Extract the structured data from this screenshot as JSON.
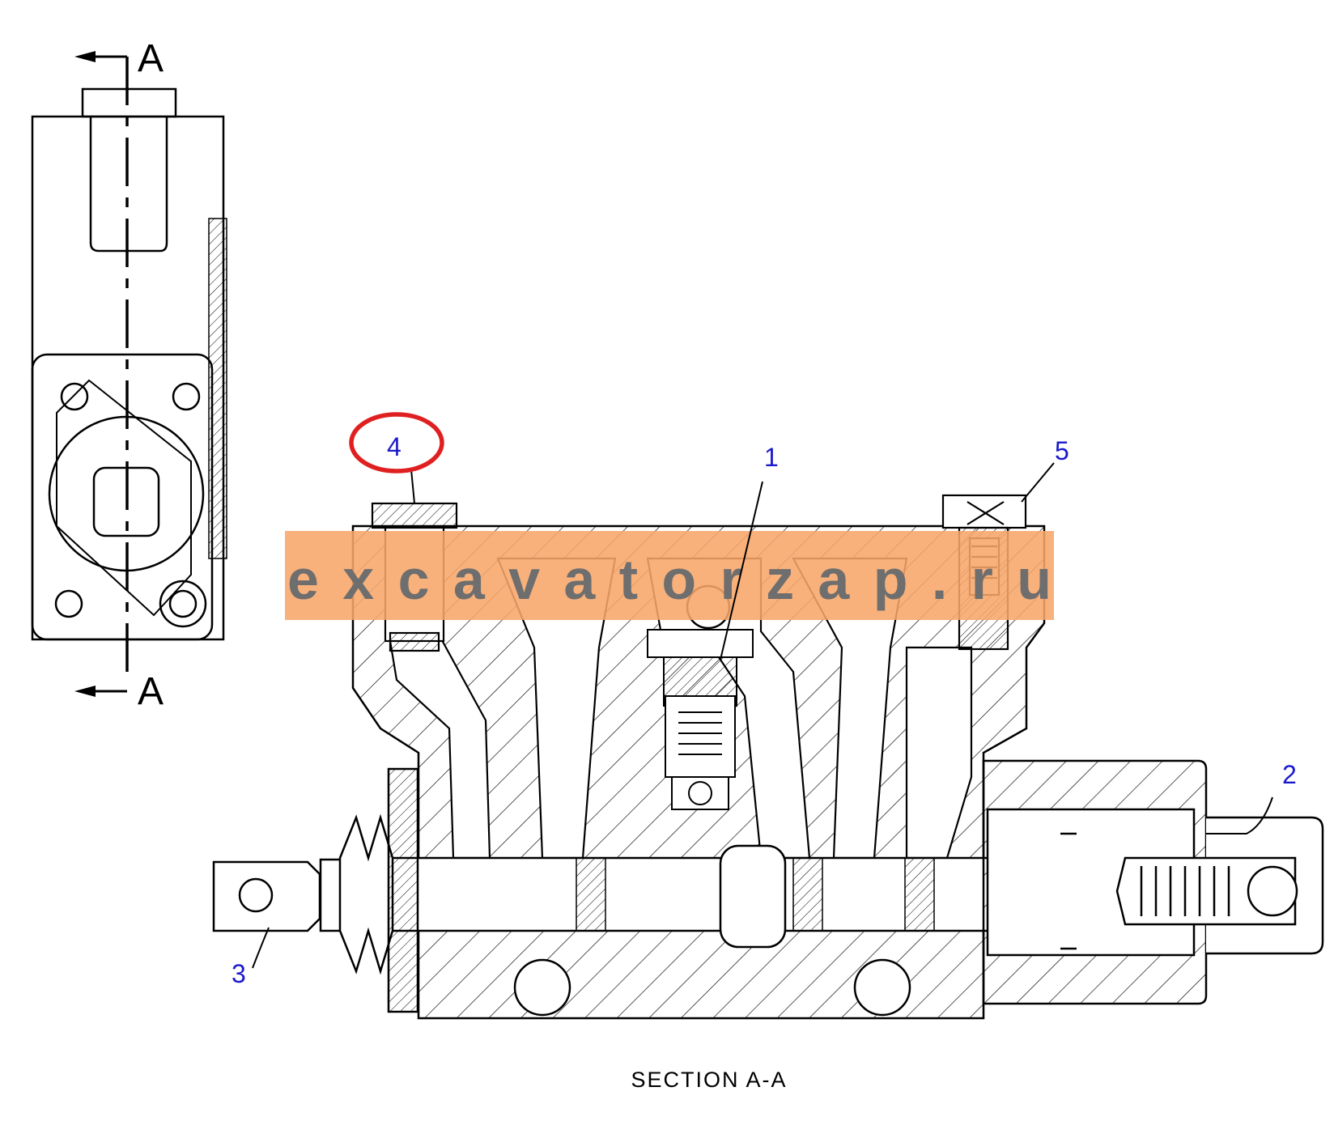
{
  "section_marker": "A",
  "caption": "SECTION A-A",
  "callouts": [
    {
      "id": "1",
      "label": "1"
    },
    {
      "id": "2",
      "label": "2"
    },
    {
      "id": "3",
      "label": "3"
    },
    {
      "id": "4",
      "label": "4",
      "highlighted": true
    },
    {
      "id": "5",
      "label": "5"
    }
  ],
  "watermark": {
    "text": "excavatorzap.ru",
    "band_color": "#f8a66a"
  },
  "colors": {
    "line": "#000000",
    "callout_text": "#1a1acc",
    "highlight_ring": "#e02020"
  }
}
